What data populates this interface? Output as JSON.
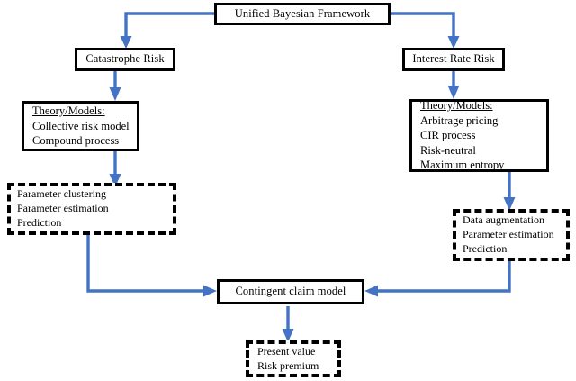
{
  "diagram": {
    "title_node": {
      "label": "Unified Bayesian Framework"
    },
    "branches": {
      "left": {
        "risk": {
          "label": "Catastrophe Risk"
        },
        "theory": {
          "header": "Theory/Models:",
          "items": [
            "Collective risk model",
            "Compound process"
          ]
        },
        "methods": {
          "items": [
            "Parameter clustering",
            "Parameter estimation",
            "Prediction"
          ]
        }
      },
      "right": {
        "risk": {
          "label": "Interest Rate Risk"
        },
        "theory": {
          "header": "Theory/Models:",
          "items": [
            "Arbitrage pricing",
            "CIR process",
            "Risk-neutral",
            "Maximum entropy"
          ]
        },
        "methods": {
          "items": [
            "Data augmentation",
            "Parameter estimation",
            "Prediction"
          ]
        }
      }
    },
    "merge_node": {
      "label": "Contingent claim model"
    },
    "output_node": {
      "items": [
        "Present value",
        "Risk premium"
      ]
    },
    "colors": {
      "arrow": "#4472C4",
      "border": "#000000",
      "background": "#FFFFFF"
    }
  }
}
